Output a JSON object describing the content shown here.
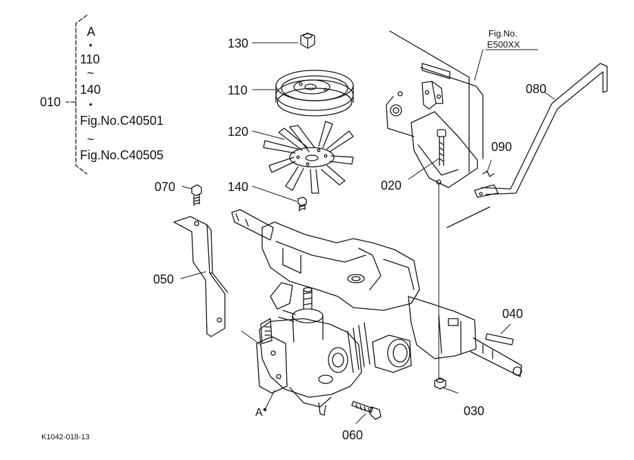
{
  "figure_ref": {
    "line1": "Fig.No.",
    "line2": "E500XX"
  },
  "group": {
    "number": "010",
    "items": [
      "A",
      "•",
      "110",
      "~",
      "140",
      "•",
      "Fig.No.C40501",
      "~",
      "Fig.No.C40505"
    ]
  },
  "parts": {
    "p020": "020",
    "p030": "030",
    "p040": "040",
    "p050": "050",
    "p060": "060",
    "p070": "070",
    "p080": "080",
    "p090": "090",
    "p110": "110",
    "p120": "120",
    "p130": "130",
    "p140": "140"
  },
  "marker": "A",
  "footer_code": "K1042-018-13"
}
